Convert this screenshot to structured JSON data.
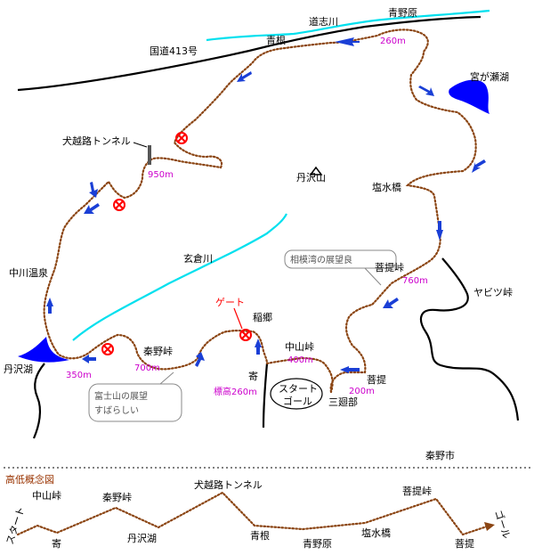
{
  "map": {
    "places": {
      "doshi_river": "道志川",
      "aonohara_top": "青野原",
      "national_road": "国道413号",
      "aone": "青根",
      "miyagase_lake": "宮が瀬湖",
      "inukoe_tunnel": "犬越路トンネル",
      "tanzawa_mountain": "丹沢山",
      "shiomizu_bridge": "塩水橋",
      "genkura_river": "玄倉川",
      "nakagawa_onsen": "中川温泉",
      "bodai_pass": "菩提峠",
      "yabitsu_pass": "ヤビツ峠",
      "tanzawa_lake": "丹沢湖",
      "hadano_pass": "秦野峠",
      "inagou": "稲郷",
      "yoriya": "寄",
      "nakayama_pass": "中山峠",
      "bodai": "菩提",
      "sanbabu": "三廻部",
      "hadano_city": "秦野市"
    },
    "altitudes": {
      "a260": "260m",
      "a950": "950m",
      "a760": "760m",
      "a350": "350m",
      "a700": "700m",
      "a400": "400m",
      "a200": "200m",
      "base": "標高260m"
    },
    "gate": "ゲート",
    "start_goal": [
      "スタート",
      "ゴール"
    ],
    "callouts": {
      "sagami_bay": "相模湾の展望良",
      "fuji_line1": "富士山の展望",
      "fuji_line2": "すばらしい"
    }
  },
  "profile": {
    "title": "高低概念図",
    "start": "スタート",
    "goal": "ゴール",
    "labels_top": {
      "nakayama": "中山峠",
      "hadano": "秦野峠",
      "inukoe": "犬越路トンネル",
      "bodai_pass": "菩提峠"
    },
    "labels_bottom": {
      "yoriya": "寄",
      "tanzawa_lake": "丹沢湖",
      "aone": "青根",
      "aonohara": "青野原",
      "shiomizu": "塩水橋",
      "bodai": "菩提"
    }
  },
  "colors": {
    "route": "#8b4513",
    "river": "#00e0ee",
    "lake": "#0000ff",
    "arrow": "#1a3fd6",
    "altitude_text": "#cc00cc",
    "gate": "#ff0000"
  }
}
